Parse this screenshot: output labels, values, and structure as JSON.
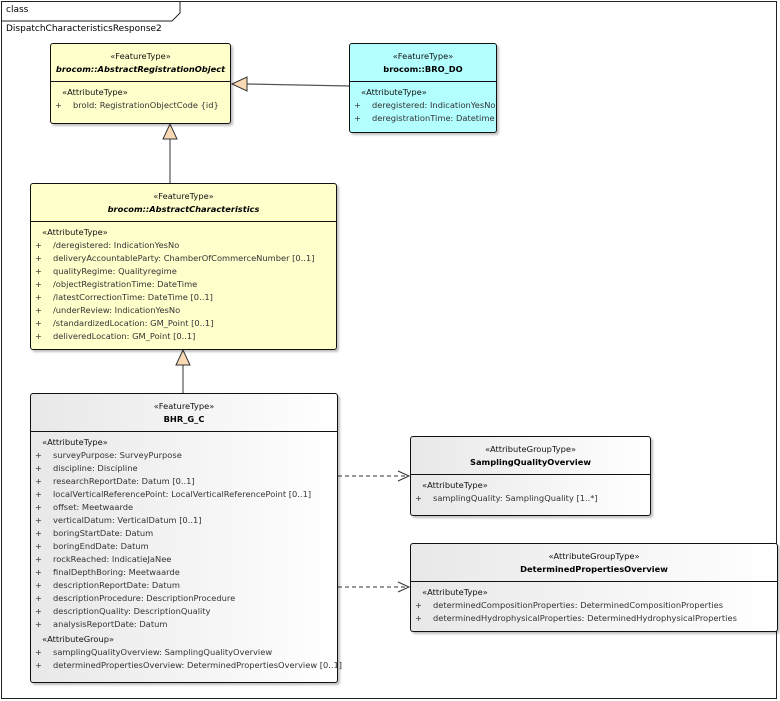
{
  "diagram_title": "class DispatchCharacteristicsResponse2",
  "colors": {
    "abstract_fill": "#ffffcc",
    "bro_do_fill": "#b3ffff",
    "concrete_fill": "#f4f4f4",
    "border": "#111111",
    "generalization_arrow_fill": "#f9d9b3"
  },
  "classes": [
    {
      "id": "abstract-registration-object",
      "stereotype": "«FeatureType»",
      "name": "brocom::AbstractRegistrationObject",
      "abstract": true,
      "sections": [
        {
          "stereotype": "«AttributeType»",
          "attributes": [
            {
              "vis": "+",
              "text": "broId: RegistrationObjectCode {id}"
            }
          ]
        }
      ]
    },
    {
      "id": "bro-do",
      "stereotype": "«FeatureType»",
      "name": "brocom::BRO_DO",
      "abstract": false,
      "sections": [
        {
          "stereotype": "«AttributeType»",
          "attributes": [
            {
              "vis": "+",
              "text": "deregistered: IndicationYesNo"
            },
            {
              "vis": "+",
              "text": "deregistrationTime: Datetime"
            }
          ]
        }
      ]
    },
    {
      "id": "abstract-characteristics",
      "stereotype": "«FeatureType»",
      "name": "brocom::AbstractCharacteristics",
      "abstract": true,
      "sections": [
        {
          "stereotype": "«AttributeType»",
          "attributes": [
            {
              "vis": "+",
              "text": "/deregistered: IndicationYesNo"
            },
            {
              "vis": "+",
              "text": "deliveryAccountableParty: ChamberOfCommerceNumber [0..1]"
            },
            {
              "vis": "+",
              "text": "qualityRegime: Qualityregime"
            },
            {
              "vis": "+",
              "text": "/objectRegistrationTime: DateTime"
            },
            {
              "vis": "+",
              "text": "/latestCorrectionTime: DateTime [0..1]"
            },
            {
              "vis": "+",
              "text": "/underReview: IndicationYesNo"
            },
            {
              "vis": "+",
              "text": "/standardizedLocation: GM_Point [0..1]"
            },
            {
              "vis": "+",
              "text": "deliveredLocation: GM_Point [0..1]"
            }
          ]
        }
      ]
    },
    {
      "id": "bhr-g-c",
      "stereotype": "«FeatureType»",
      "name": "BHR_G_C",
      "abstract": false,
      "sections": [
        {
          "stereotype": "«AttributeType»",
          "attributes": [
            {
              "vis": "+",
              "text": "surveyPurpose: SurveyPurpose"
            },
            {
              "vis": "+",
              "text": "discipline: Discipline"
            },
            {
              "vis": "+",
              "text": "researchReportDate: Datum [0..1]"
            },
            {
              "vis": "+",
              "text": "localVerticalReferencePoint: LocalVerticalReferencePoint [0..1]"
            },
            {
              "vis": "+",
              "text": "offset: Meetwaarde"
            },
            {
              "vis": "+",
              "text": "verticalDatum: VerticalDatum [0..1]"
            },
            {
              "vis": "+",
              "text": "boringStartDate: Datum"
            },
            {
              "vis": "+",
              "text": "boringEndDate: Datum"
            },
            {
              "vis": "+",
              "text": "rockReached: IndicatieJaNee"
            },
            {
              "vis": "+",
              "text": "finalDepthBoring: Meetwaarde"
            },
            {
              "vis": "+",
              "text": "descriptionReportDate: Datum"
            },
            {
              "vis": "+",
              "text": "descriptionProcedure: DescriptionProcedure"
            },
            {
              "vis": "+",
              "text": "descriptionQuality: DescriptionQuality"
            },
            {
              "vis": "+",
              "text": "analysisReportDate: Datum"
            }
          ]
        },
        {
          "stereotype": "«AttributeGroup»",
          "attributes": [
            {
              "vis": "+",
              "text": "samplingQualityOverview: SamplingQualityOverview"
            },
            {
              "vis": "+",
              "text": "determinedPropertiesOverview: DeterminedPropertiesOverview [0..1]"
            }
          ]
        }
      ]
    },
    {
      "id": "sampling-quality-overview",
      "stereotype": "«AttributeGroupType»",
      "name": "SamplingQualityOverview",
      "abstract": false,
      "sections": [
        {
          "stereotype": "«AttributeType»",
          "attributes": [
            {
              "vis": "+",
              "text": "samplingQuality: SamplingQuality [1..*]"
            }
          ]
        }
      ]
    },
    {
      "id": "determined-properties-overview",
      "stereotype": "«AttributeGroupType»",
      "name": "DeterminedPropertiesOverview",
      "abstract": false,
      "sections": [
        {
          "stereotype": "«AttributeType»",
          "attributes": [
            {
              "vis": "+",
              "text": "determinedCompositionProperties: DeterminedCompositionProperties"
            },
            {
              "vis": "+",
              "text": "determinedHydrophysicalProperties: DeterminedHydrophysicalProperties"
            }
          ]
        }
      ]
    }
  ],
  "relations": [
    {
      "type": "generalization",
      "from": "bro-do",
      "to": "abstract-registration-object"
    },
    {
      "type": "generalization",
      "from": "abstract-characteristics",
      "to": "abstract-registration-object"
    },
    {
      "type": "generalization",
      "from": "bhr-g-c",
      "to": "abstract-characteristics"
    },
    {
      "type": "dependency",
      "from": "bhr-g-c",
      "to": "sampling-quality-overview"
    },
    {
      "type": "dependency",
      "from": "bhr-g-c",
      "to": "determined-properties-overview"
    }
  ]
}
